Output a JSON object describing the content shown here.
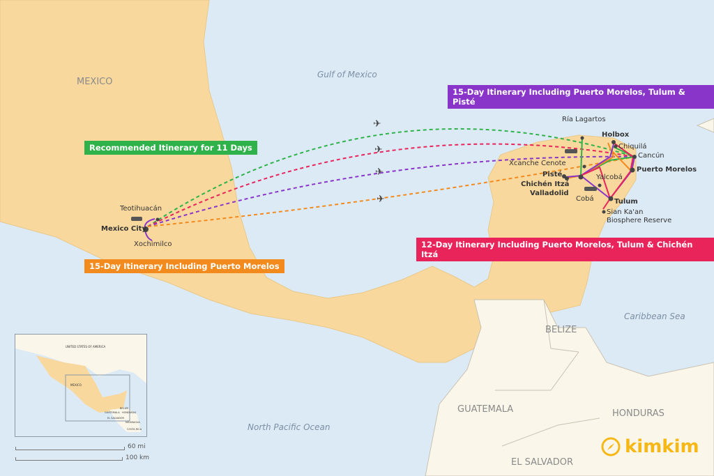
{
  "countries": {
    "mexico": "MEXICO",
    "belize": "BELIZE",
    "guatemala": "GUATEMALA",
    "honduras": "HONDURAS",
    "el_salvador": "EL SALVADOR"
  },
  "seas": {
    "gulf": "Gulf of Mexico",
    "caribbean": "Caribbean Sea",
    "pacific": "North Pacific Ocean"
  },
  "itineraries": [
    {
      "label": "Recommended Itinerary for 11 Days",
      "color": "#2fb24a"
    },
    {
      "label": "12-Day Itinerary Including Puerto Morelos, Tulum & Chichén Itzá",
      "color": "#e8245a"
    },
    {
      "label": "15-Day Itinerary Including Puerto Morelos, Tulum & Pisté",
      "color": "#8a35c9"
    },
    {
      "label": "15-Day Itinerary Including Puerto Morelos",
      "color": "#f28a1e"
    }
  ],
  "places": {
    "teotihuacan": "Teotihuacán",
    "mexico_city": "Mexico City",
    "xochimilco": "Xochimilco",
    "ria_lagartos": "Ría Lagartos",
    "holbox": "Holbox",
    "chiquila": "Chiquilá",
    "cancun": "Cancún",
    "xcanche": "Xcanche Cenote",
    "piste": "Pisté",
    "chichen": "Chichén Itzá",
    "valladolid": "Valladolid",
    "yalcoba": "Yalcobá",
    "puerto_morelos": "Puerto Morelos",
    "coba": "Cobá",
    "tulum": "Tulum",
    "sian_kaan_1": "Sian Ka'an",
    "sian_kaan_2": "Biosphere Reserve"
  },
  "inset": {
    "usa": "UNITED STATES OF AMERICA",
    "mexico": "MEXICO",
    "belize": "BELIZE",
    "guatemala": "GUATEMALA",
    "honduras": "HONDURAS",
    "el_salvador": "EL SALVADOR",
    "nicaragua": "NICARAGUA",
    "costa_rica": "COSTA RICA"
  },
  "scale": {
    "miles": "60 mi",
    "km": "100 km"
  },
  "brand": "kimkim"
}
